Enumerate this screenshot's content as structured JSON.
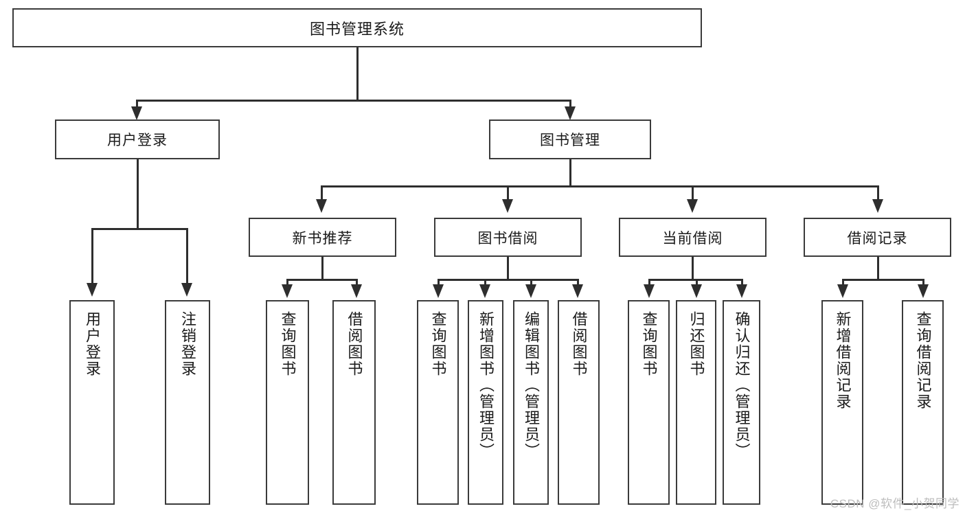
{
  "diagram": {
    "title": "图书管理系统",
    "type": "hierarchy-tree",
    "root": {
      "label": "图书管理系统"
    },
    "level1": [
      {
        "label": "用户登录"
      },
      {
        "label": "图书管理"
      }
    ],
    "level2": [
      {
        "label": "新书推荐"
      },
      {
        "label": "图书借阅"
      },
      {
        "label": "当前借阅"
      },
      {
        "label": "借阅记录"
      }
    ],
    "leaves": {
      "user_login": [
        {
          "label": "用户登录"
        },
        {
          "label": "注销登录"
        }
      ],
      "new_book_recommend": [
        {
          "label": "查询图书"
        },
        {
          "label": "借阅图书"
        }
      ],
      "book_borrow": [
        {
          "label": "查询图书"
        },
        {
          "label": "新增图书（管理员）"
        },
        {
          "label": "编辑图书（管理员）"
        },
        {
          "label": "借阅图书"
        }
      ],
      "current_borrow": [
        {
          "label": "查询图书"
        },
        {
          "label": "归还图书"
        },
        {
          "label": "确认归还（管理员）"
        }
      ],
      "borrow_record": [
        {
          "label": "新增借阅记录"
        },
        {
          "label": "查询借阅记录"
        }
      ]
    }
  },
  "watermark": {
    "text": "CSDN @软件_小贺同学"
  },
  "colors": {
    "box_border": "#3a3a3a",
    "connector": "#2e2e2e",
    "background": "#ffffff",
    "text": "#1a1a1a",
    "watermark": "#bdbdbd"
  }
}
